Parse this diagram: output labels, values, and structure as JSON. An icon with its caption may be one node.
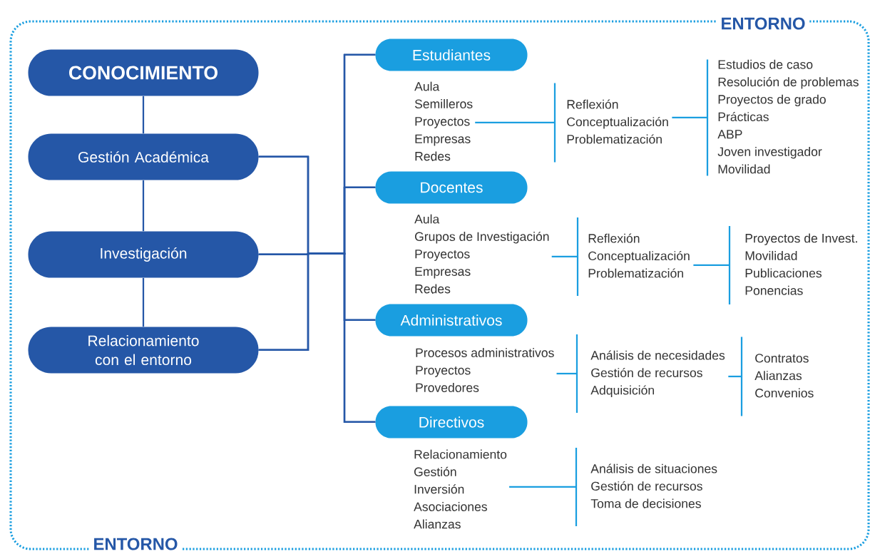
{
  "diagram": {
    "nodes": [
      {
        "text": [
          "ENTORNO",
          "ENTORNO"
        ]
      },
      {
        "text": [
          "CONOCIMIENTO"
        ],
        "in": 0
      },
      {
        "text": [
          "Gestión Académica"
        ],
        "in": 0
      },
      {
        "text": [
          "Investigación"
        ],
        "in": 0
      },
      {
        "text": [
          "Relacionamiento con el entorno"
        ],
        "in": 0
      },
      {
        "text": [
          "Estudiantes"
        ],
        "in": 0
      },
      {
        "text": [
          "Docentes"
        ],
        "in": 0
      },
      {
        "text": [
          "Administrativos"
        ],
        "in": 0
      },
      {
        "text": [
          "Directivos"
        ],
        "in": 0
      },
      {
        "text": [
          "Aula",
          "Semilleros",
          "Proyectos",
          "Empresas",
          "Redes"
        ],
        "in": 0
      },
      {
        "text": [
          "Reflexión",
          "Conceptualización",
          "Problematización"
        ],
        "in": 0
      },
      {
        "text": [
          "Estudios de caso",
          "Resolución de problemas",
          "Proyectos de grado",
          "Prácticas",
          "ABP",
          "Joven investigador",
          "Movilidad"
        ],
        "in": 0
      },
      {
        "text": [
          "Aula",
          "Grupos de Investigación",
          "Proyectos",
          "Empresas",
          "Redes"
        ],
        "in": 0
      },
      {
        "text": [
          "Reflexión",
          "Conceptualización",
          "Problematización"
        ],
        "in": 0
      },
      {
        "text": [
          "Proyectos de Invest.",
          "Movilidad",
          "Publicaciones",
          "Ponencias"
        ],
        "in": 0
      },
      {
        "text": [
          "Procesos administrativos",
          "Proyectos",
          "Provedores"
        ],
        "in": 0
      },
      {
        "text": [
          "Análisis de necesidades",
          "Gestión de recursos",
          "Adquisición"
        ],
        "in": 0
      },
      {
        "text": [
          "Contratos",
          "Alianzas",
          "Convenios"
        ],
        "in": 0
      },
      {
        "text": [
          "Relacionamiento",
          "Gestión",
          "Inversión",
          "Asociaciones",
          "Alianzas"
        ],
        "in": 0
      },
      {
        "text": [
          "Análisis de situaciones",
          "Gestión de recursos",
          "Toma de decisiones"
        ],
        "in": 0
      }
    ],
    "edges": [
      {
        "from": 1,
        "to": 2,
        "arrow": "none"
      },
      {
        "from": 2,
        "to": 3,
        "arrow": "none"
      },
      {
        "from": 3,
        "to": 4,
        "arrow": "none"
      },
      {
        "from": 2,
        "to": 5,
        "arrow": "none"
      },
      {
        "from": 2,
        "to": 6,
        "arrow": "none"
      },
      {
        "from": 2,
        "to": 7,
        "arrow": "none"
      },
      {
        "from": 2,
        "to": 8,
        "arrow": "none"
      },
      {
        "from": 3,
        "to": 5,
        "arrow": "none"
      },
      {
        "from": 3,
        "to": 6,
        "arrow": "none"
      },
      {
        "from": 3,
        "to": 7,
        "arrow": "none"
      },
      {
        "from": 3,
        "to": 8,
        "arrow": "none"
      },
      {
        "from": 4,
        "to": 5,
        "arrow": "none"
      },
      {
        "from": 4,
        "to": 6,
        "arrow": "none"
      },
      {
        "from": 4,
        "to": 7,
        "arrow": "none"
      },
      {
        "from": 4,
        "to": 8,
        "arrow": "none"
      },
      {
        "from": 9,
        "to": 10,
        "arrow": "none",
        "color": "#1a9ee0"
      },
      {
        "from": 10,
        "to": 11,
        "arrow": "none",
        "color": "#1a9ee0"
      },
      {
        "from": 12,
        "to": 13,
        "arrow": "none",
        "color": "#1a9ee0"
      },
      {
        "from": 13,
        "to": 14,
        "arrow": "none",
        "color": "#1a9ee0"
      },
      {
        "from": 15,
        "to": 16,
        "arrow": "none",
        "color": "#1a9ee0"
      },
      {
        "from": 16,
        "to": 17,
        "arrow": "none",
        "color": "#1a9ee0"
      },
      {
        "from": 18,
        "to": 19,
        "arrow": "none",
        "color": "#1a9ee0"
      }
    ]
  }
}
